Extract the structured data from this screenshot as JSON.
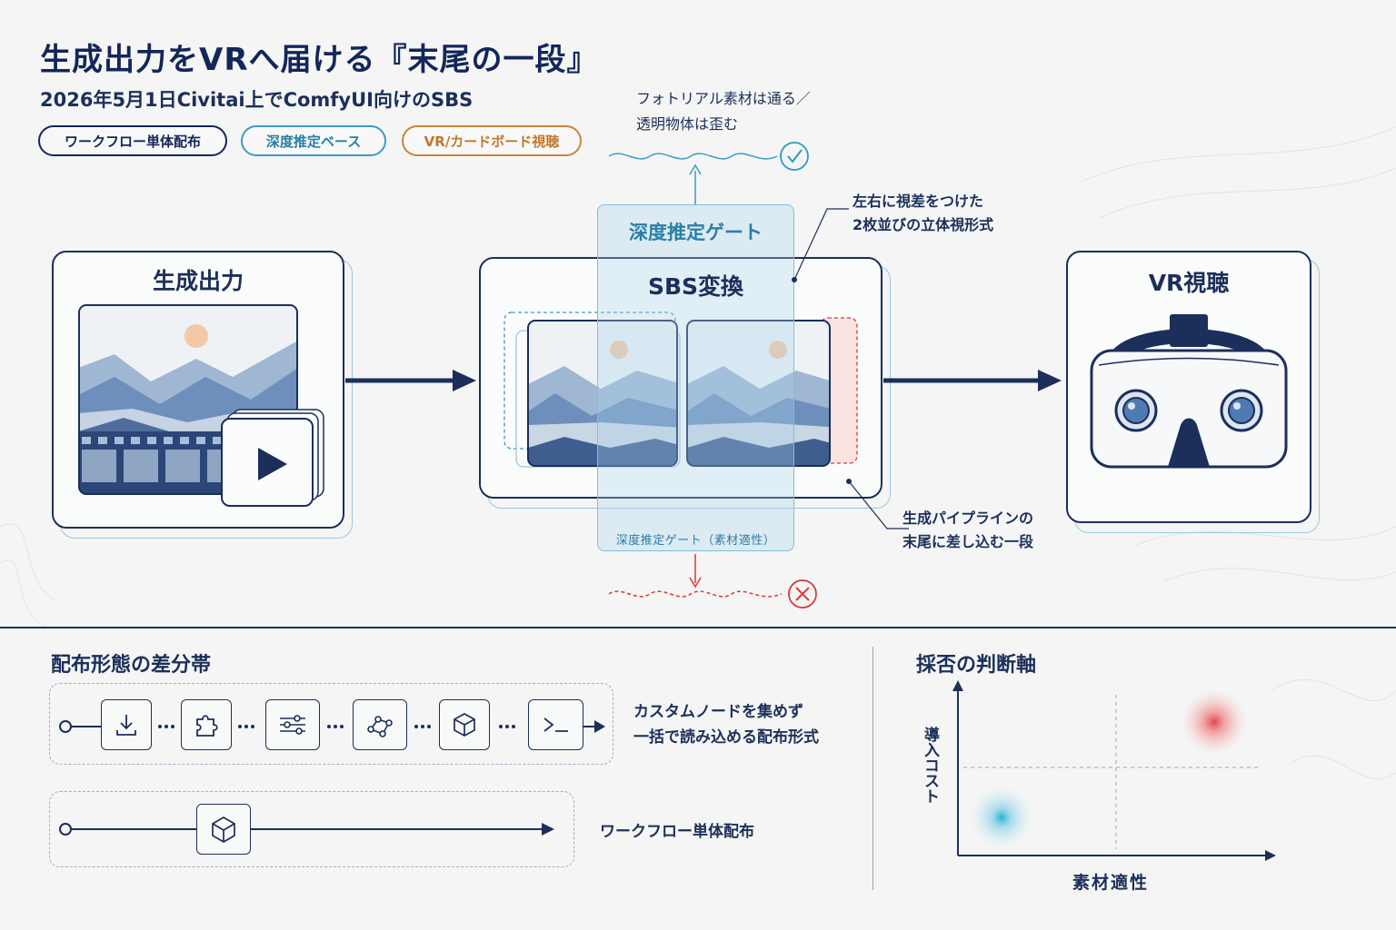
{
  "header": {
    "title": "生成出力をVRへ届ける『末尾の一段』",
    "subtitle": "2026年5月1日Civitai上でComfyUI向けのSBS",
    "tags": [
      "ワークフロー単体配布",
      "深度推定ベース",
      "VR/カードボード視聴"
    ]
  },
  "flow": {
    "generate_title": "生成出力",
    "sbs_title": "SBS変換",
    "vr_title": "VR視聴",
    "gate_title": "深度推定ゲート",
    "gate_caption": "深度推定ゲート（素材適性）"
  },
  "notes": {
    "top_line1": "フォトリアル素材は通る／",
    "top_line2": "透明物体は歪む",
    "sbs_line1": "左右に視差をつけた",
    "sbs_line2": "2枚並びの立体視形式",
    "tail_line1": "生成パイプラインの",
    "tail_line2": "末尾に差し込む一段"
  },
  "distribution": {
    "heading": "配布形態の差分帯",
    "row1_line1": "カスタムノードを集めず",
    "row1_line2": "一括で読み込める配布形式",
    "row2_label": "ワークフロー単体配布",
    "row1_icons": [
      "download-icon",
      "puzzle-icon",
      "sliders-icon",
      "nodes-icon",
      "cube-icon",
      "terminal-icon"
    ],
    "row2_icons": [
      "cube-icon"
    ]
  },
  "decision": {
    "heading": "採否の判断軸",
    "x_label": "素材適性",
    "y_label": "導入コスト"
  },
  "colors": {
    "navy": "#1c2f5a",
    "teal": "#3f9ac4",
    "orange": "#c8843a",
    "pass_mark": "#2a9bc4",
    "fail_mark": "#d63a3a"
  }
}
